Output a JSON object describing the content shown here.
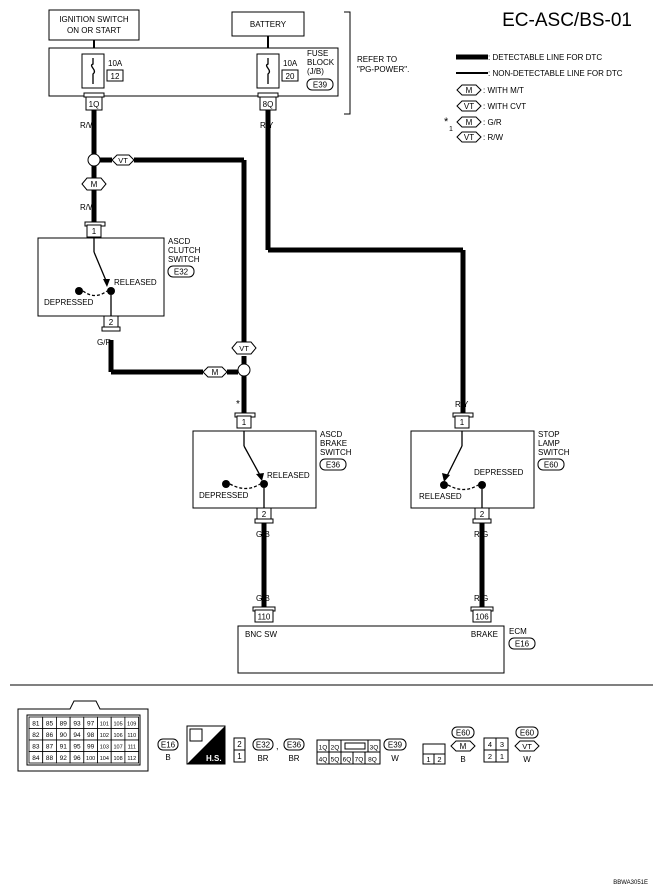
{
  "title": "EC-ASC/BS-01",
  "footer_code": "BBWA3051E",
  "sources": {
    "ignition_line1": "IGNITION SWITCH",
    "ignition_line2": "ON OR START",
    "battery": "BATTERY"
  },
  "fuse_block": {
    "label1": "FUSE",
    "label2": "BLOCK",
    "label3": "(J/B)",
    "connector": "E39",
    "fuse_left_amp": "10A",
    "fuse_left_num": "12",
    "fuse_right_amp": "10A",
    "fuse_right_num": "20",
    "pin_left": "1Q",
    "pin_right": "8Q",
    "refer1": "REFER TO",
    "refer2": "\"PG-POWER\"."
  },
  "legend": {
    "detectable": ": DETECTABLE LINE FOR DTC",
    "non_detectable": ": NON-DETECTABLE LINE FOR DTC",
    "m_tag": "M",
    "m_desc": ": WITH M/T",
    "vt_tag": "VT",
    "vt_desc": ": WITH CVT",
    "star": "*",
    "star_num": "1",
    "star_m_desc": ": G/R",
    "star_vt_desc": ": R/W"
  },
  "wires": {
    "rw_top": "R/W",
    "ry_top": "R/Y",
    "rw_mid": "R/W",
    "gr": "G/R",
    "ry_low": "R/Y",
    "gb1": "G/B",
    "gb2": "G/B",
    "rg1": "R/G",
    "rg2": "R/G",
    "vt_tag1": "VT",
    "m_tag1": "M",
    "vt_tag2": "VT",
    "m_tag2": "M",
    "star": "*",
    "star_num": "1"
  },
  "clutch_switch": {
    "name1": "ASCD",
    "name2": "CLUTCH",
    "name3": "SWITCH",
    "connector": "E32",
    "pin_top": "1",
    "pin_bottom": "2",
    "released": "RELEASED",
    "depressed": "DEPRESSED"
  },
  "brake_switch": {
    "name1": "ASCD",
    "name2": "BRAKE",
    "name3": "SWITCH",
    "connector": "E36",
    "pin_top": "1",
    "pin_bottom": "2",
    "released": "RELEASED",
    "depressed": "DEPRESSED"
  },
  "stop_lamp_switch": {
    "name1": "STOP",
    "name2": "LAMP",
    "name3": "SWITCH",
    "connector": "E60",
    "pin_top": "1",
    "pin_bottom": "2",
    "released": "RELEASED",
    "depressed": "DEPRESSED"
  },
  "ecm": {
    "name": "ECM",
    "connector": "E16",
    "pin_left": "110",
    "pin_right": "106",
    "label_left": "BNC SW",
    "label_right": "BRAKE"
  },
  "connectors": {
    "ecm_grid": [
      [
        "81",
        "85",
        "89",
        "93",
        "97",
        "101",
        "105",
        "109"
      ],
      [
        "82",
        "86",
        "90",
        "94",
        "98",
        "102",
        "106",
        "110"
      ],
      [
        "83",
        "87",
        "91",
        "95",
        "99",
        "103",
        "107",
        "111"
      ],
      [
        "84",
        "88",
        "92",
        "96",
        "100",
        "104",
        "108",
        "112"
      ]
    ],
    "e16_tag": "E16",
    "e16_color": "B",
    "hs_label": "H.S.",
    "two_pin_top": "2",
    "two_pin_bottom": "1",
    "e32_tag": "E32",
    "e32_color": "BR",
    "comma": ",",
    "e36_tag": "E36",
    "e36_color": "BR",
    "fuse_conn_top": [
      "1Q",
      "2Q",
      "3Q"
    ],
    "fuse_conn_bottom": [
      "4Q",
      "5Q",
      "6Q",
      "7Q",
      "8Q"
    ],
    "e39_tag": "E39",
    "e39_color": "W",
    "small_pins": [
      "1",
      "2"
    ],
    "e60_tag_a": "E60",
    "e60_m": "M",
    "e60_color_a": "B",
    "four_pins_top": [
      "4",
      "3"
    ],
    "four_pins_bottom": [
      "2",
      "1"
    ],
    "e60_tag_b": "E60",
    "e60_vt": "VT",
    "e60_color_b": "W"
  }
}
